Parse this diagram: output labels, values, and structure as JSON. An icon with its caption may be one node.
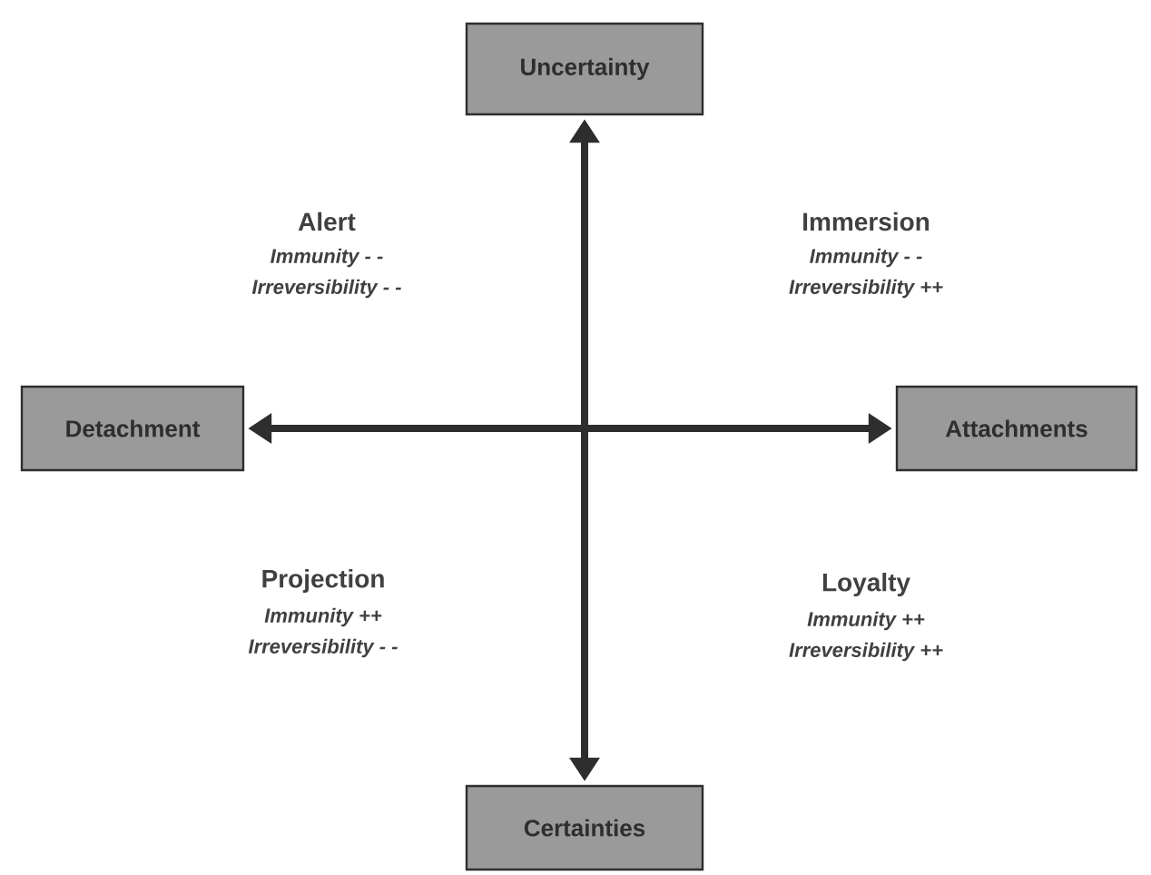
{
  "diagram": {
    "nodes": [
      {
        "text": [
          "Uncertainty"
        ]
      },
      {
        "text": [
          "Detachment"
        ]
      },
      {
        "text": [
          "Attachments"
        ]
      },
      {
        "text": [
          "Certainties"
        ]
      }
    ],
    "edges": [
      {
        "from": 1,
        "to": 2,
        "arrow": "both"
      },
      {
        "from": 0,
        "to": 3,
        "arrow": "both"
      }
    ],
    "labels": [
      "Alert",
      "Immunity - -",
      "Irreversibility - -",
      "Immersion",
      "Immunity - -",
      "Irreversibility ++",
      "Projection",
      "Immunity ++",
      "Irreversibility - -",
      "Loyalty",
      "Immunity ++",
      "Irreversibility ++"
    ]
  }
}
